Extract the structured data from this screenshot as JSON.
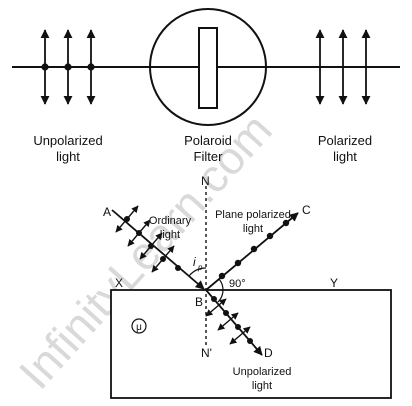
{
  "watermark": "InfinityLearn.com",
  "polaroid_panel": {
    "unpolarized": [
      "Unpolarized",
      "light"
    ],
    "filter": [
      "Polaroid",
      "Filter"
    ],
    "polarized": [
      "Polarized",
      "light"
    ]
  },
  "brewster_panel": {
    "labels": {
      "A": "A",
      "C": "C",
      "D": "D",
      "N": "N",
      "N_prime": "N'",
      "X": "X",
      "Y": "Y",
      "B": "B",
      "mu": "μ",
      "ip": "i",
      "ip_sub": "p",
      "angle": "90°"
    },
    "ordinary": [
      "Ordinary",
      "light"
    ],
    "plane_polarized": [
      "Plane polarized",
      "light"
    ],
    "unpolarized": [
      "Unpolarized",
      "light"
    ]
  }
}
